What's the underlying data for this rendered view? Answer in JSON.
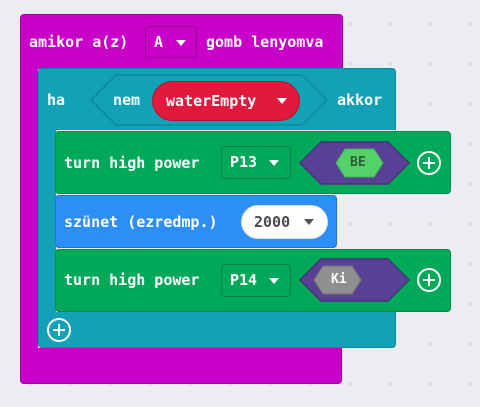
{
  "event": {
    "prefix": "amikor a(z)",
    "button_value": "A",
    "suffix": "gomb lenyomva"
  },
  "if_block": {
    "label": "ha",
    "not_label": "nem",
    "variable": "waterEmpty",
    "then_label": "akkor"
  },
  "statements": [
    {
      "label": "turn high power",
      "pin": "P13",
      "state": "BE"
    },
    {
      "label": "szünet (ezredmp.)",
      "value": "2000"
    },
    {
      "label": "turn high power",
      "pin": "P14",
      "state": "Ki"
    }
  ],
  "colors": {
    "event": "#c800c8",
    "logic": "#12a1b6",
    "power": "#00a85a",
    "pause": "#2d8ef6",
    "variable": "#e0193d",
    "state_hex": "#5a3f96",
    "state_on": "#55d16a",
    "state_off": "#8f8f8f"
  }
}
